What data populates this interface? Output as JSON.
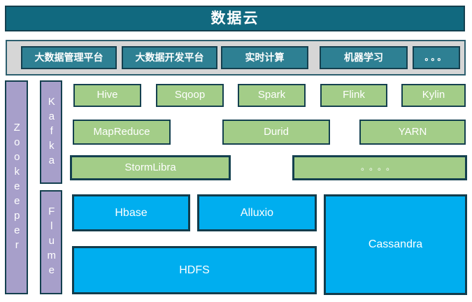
{
  "banner": {
    "title": "数据云"
  },
  "platform_bar": {
    "items": [
      "大数据管理平台",
      "大数据开发平台",
      "实时计算",
      "机器学习",
      "。。。"
    ]
  },
  "pipelines": {
    "zookeeper": "Zookeeper",
    "kafka": "Kafka",
    "flume": "Flume"
  },
  "compute_boxes": {
    "row1": [
      "Hive",
      "Sqoop",
      "Spark",
      "Flink",
      "Kylin"
    ],
    "row2": [
      "MapReduce",
      "Durid",
      "YARN"
    ],
    "row3": [
      "StormLibra",
      "。。。。"
    ]
  },
  "storage_boxes": {
    "hbase": "Hbase",
    "alluxio": "Alluxio",
    "hdfs": "HDFS",
    "cassandra": "Cassandra"
  },
  "colors": {
    "banner_teal": "#11697f",
    "button_teal": "#2e8093",
    "border_dark": "#14404f",
    "bar_gray": "#d6d6d6",
    "purple": "#a79fca",
    "green": "#a3cd88",
    "blue": "#00aeef",
    "text": "#ffffff"
  }
}
